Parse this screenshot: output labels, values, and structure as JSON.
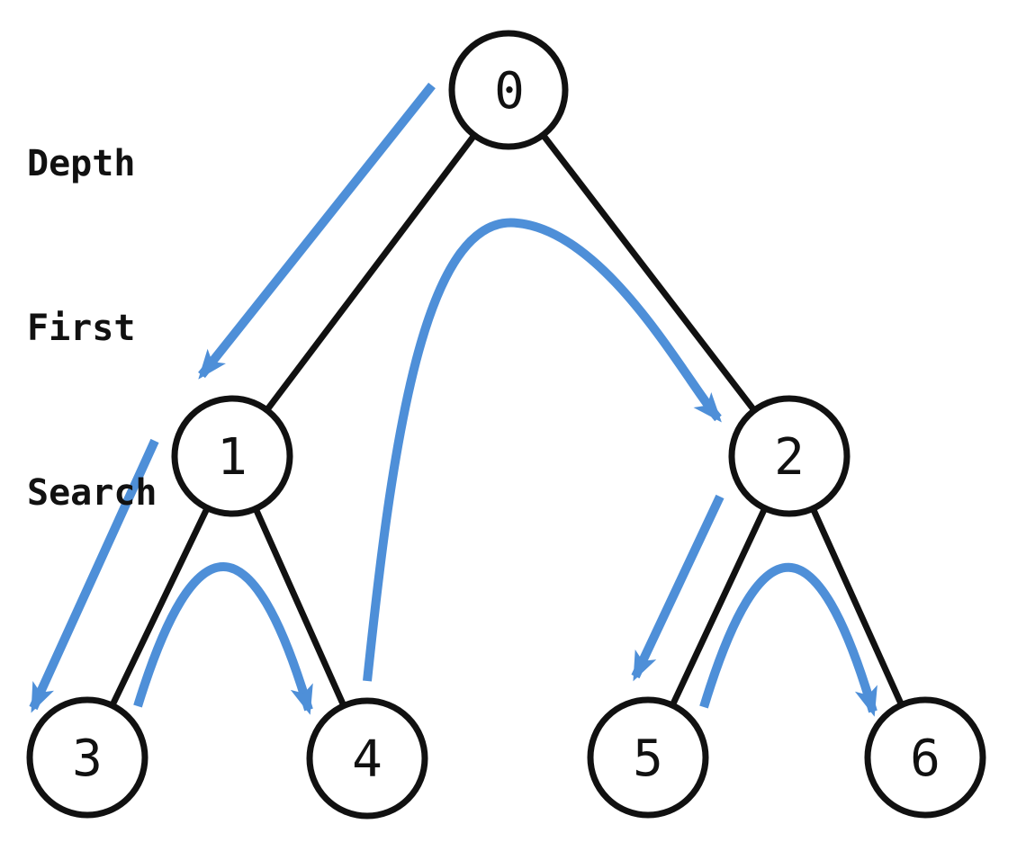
{
  "title": {
    "lines": [
      "Depth",
      "First",
      "Search"
    ]
  },
  "colors": {
    "background": "#ffffff",
    "edge": "#111111",
    "node_fill": "#ffffff",
    "node_stroke": "#111111",
    "label": "#111111",
    "traversal_arrow": "#4E8FD8"
  },
  "diagram": {
    "type": "binary-tree",
    "algorithm": "Depth First Search",
    "nodes": [
      {
        "label": "0"
      },
      {
        "label": "1"
      },
      {
        "label": "2"
      },
      {
        "label": "3"
      },
      {
        "label": "4"
      },
      {
        "label": "5"
      },
      {
        "label": "6"
      }
    ],
    "edges": [
      {
        "from": "0",
        "to": "1"
      },
      {
        "from": "0",
        "to": "2"
      },
      {
        "from": "1",
        "to": "3"
      },
      {
        "from": "1",
        "to": "4"
      },
      {
        "from": "2",
        "to": "5"
      },
      {
        "from": "2",
        "to": "6"
      }
    ],
    "traversal": {
      "visit_order": [
        "0",
        "1",
        "3",
        "4",
        "2",
        "5",
        "6"
      ],
      "arrows": [
        {
          "from": "0",
          "to": "1",
          "style": "straight"
        },
        {
          "from": "1",
          "to": "3",
          "style": "straight"
        },
        {
          "from": "3",
          "to": "4",
          "style": "arc"
        },
        {
          "from": "4",
          "to": "2",
          "style": "arc"
        },
        {
          "from": "2",
          "to": "5",
          "style": "straight"
        },
        {
          "from": "5",
          "to": "6",
          "style": "arc"
        }
      ]
    }
  }
}
